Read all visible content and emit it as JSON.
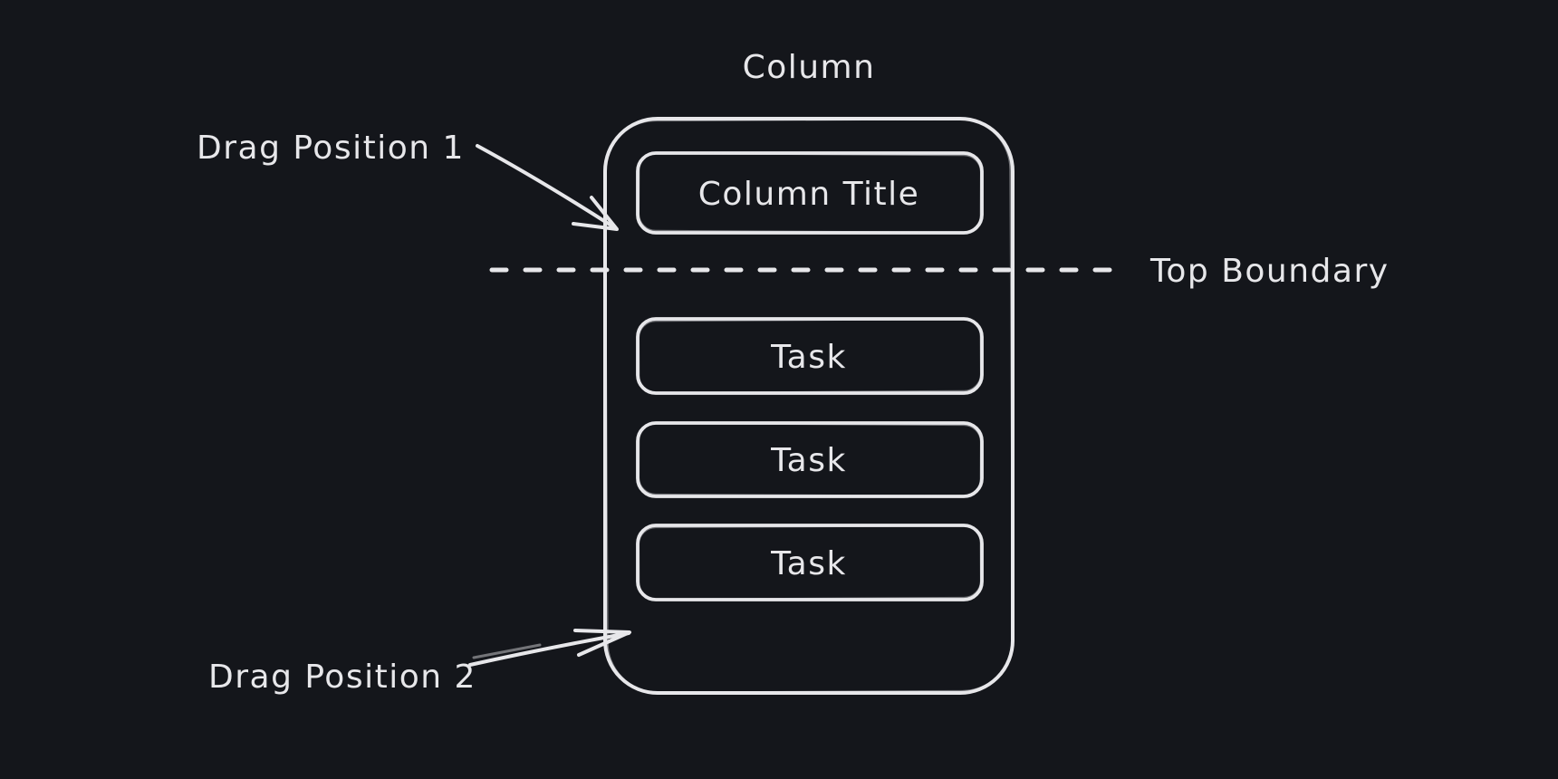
{
  "colors": {
    "background": "#14161b",
    "ink": "#e7e7ea"
  },
  "diagram": {
    "column_label": "Column",
    "column_title_label": "Column Title",
    "tasks": [
      "Task",
      "Task",
      "Task"
    ],
    "top_boundary_label": "Top Boundary",
    "drag_position_1_label": "Drag Position 1",
    "drag_position_2_label": "Drag Position 2"
  }
}
